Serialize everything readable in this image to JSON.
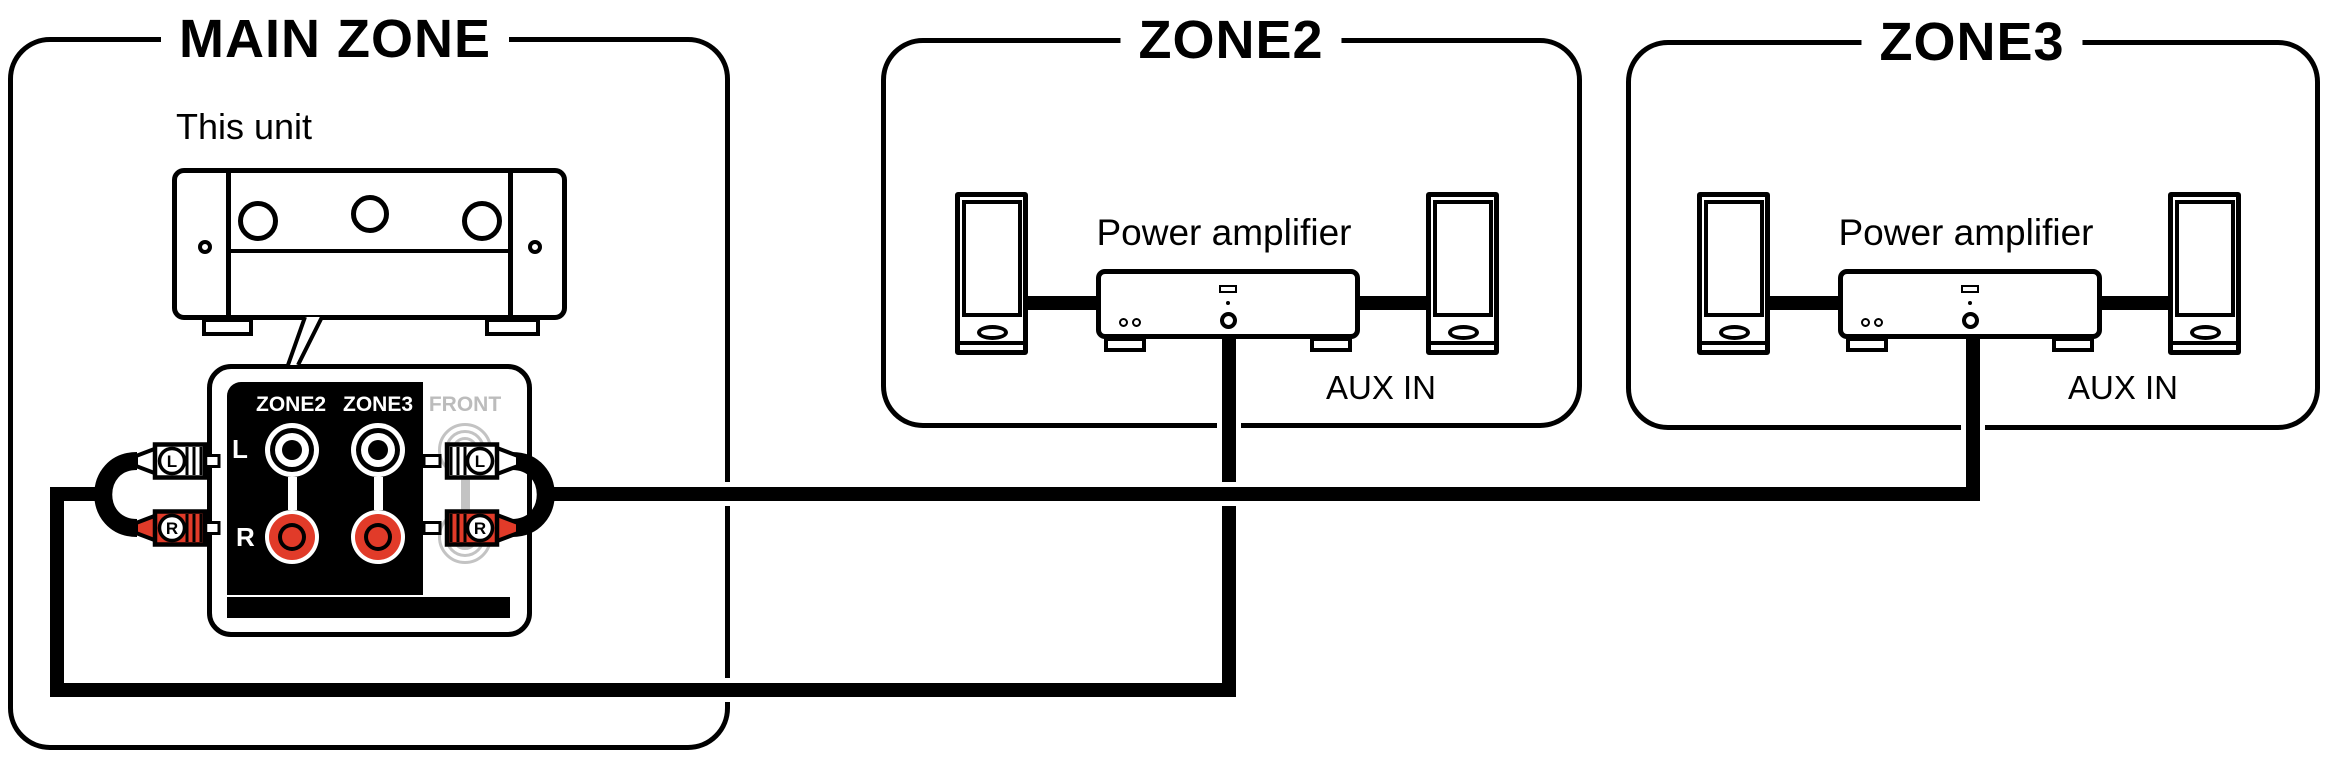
{
  "diagram": {
    "main_zone": {
      "title": "MAIN ZONE",
      "unit_label": "This unit",
      "panel": {
        "labels": {
          "zone2": "ZONE2",
          "zone3": "ZONE3",
          "front": "FRONT"
        },
        "channel_left": "L",
        "channel_right": "R"
      },
      "plugs": {
        "left_l": "L",
        "left_r": "R",
        "right_l": "L",
        "right_r": "R"
      }
    },
    "zone2": {
      "title": "ZONE2",
      "amplifier_label": "Power amplifier",
      "input_label": "AUX IN"
    },
    "zone3": {
      "title": "ZONE3",
      "amplifier_label": "Power amplifier",
      "input_label": "AUX IN"
    },
    "colors": {
      "rca_red": "#e13b29",
      "front_gray": "#bcbcbc",
      "cable_black": "#000000"
    }
  }
}
